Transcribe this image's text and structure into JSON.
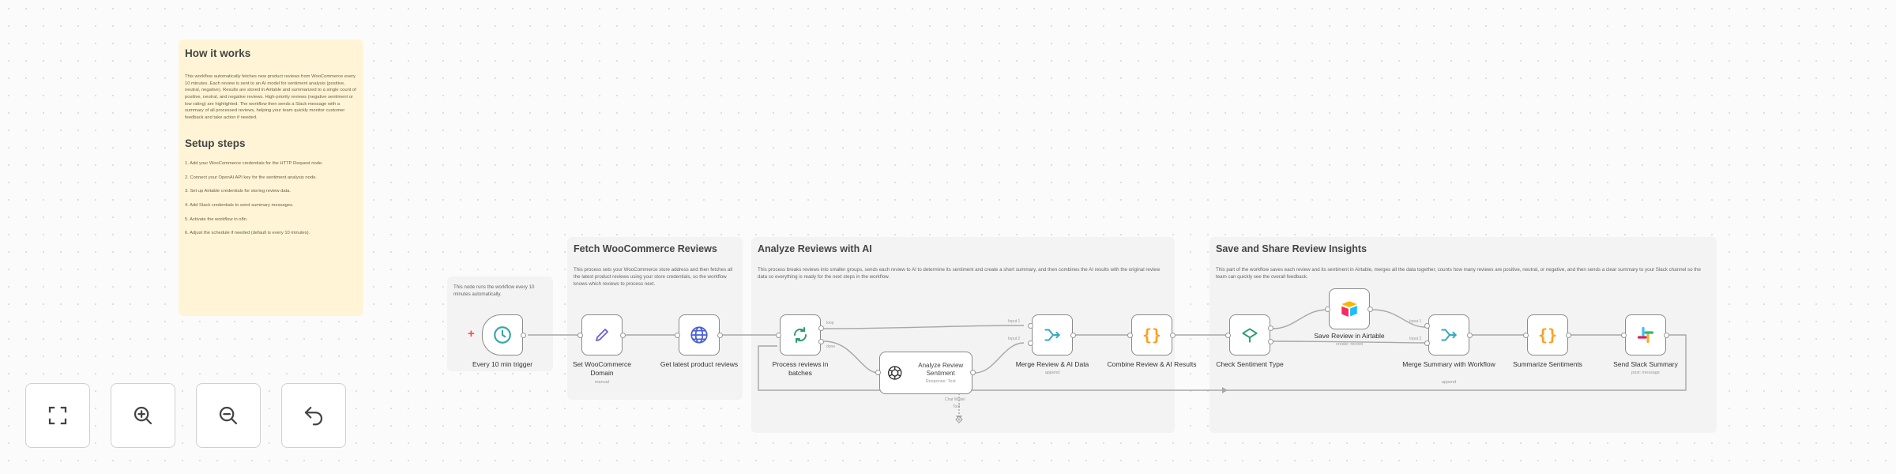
{
  "notes": {
    "how_it_works": {
      "title": "How it works",
      "body": "This workflow automatically fetches new product reviews from WooCommerce every 10 minutes. Each review is sent to an AI model for sentiment analysis (positive, neutral, negative). Results are stored in Airtable and summarized to a single count of positive, neutral, and negative reviews. High-priority reviews (negative sentiment or low rating) are highlighted. The workflow then sends a Slack message with a summary of all processed reviews, helping your team quickly monitor customer feedback and take action if needed."
    },
    "setup": {
      "title": "Setup steps",
      "steps": [
        "1. Add your WooCommerce credentials for the HTTP Request node.",
        "2. Connect your OpenAI API key for the sentiment analysis node.",
        "3. Set up Airtable credentials for storing review data.",
        "4. Add Slack credentials to send summary messages.",
        "5. Activate the workflow in n8n.",
        "6. Adjust the schedule if needed (default is every 10 minutes)."
      ]
    },
    "trigger_note": "This node runs the workflow every 10 minutes automatically.",
    "fetch": {
      "title": "Fetch WooCommerce Reviews",
      "body": "This process sets your WooCommerce store address and then fetches all the latest product reviews using your store credentials, so the workflow knows which reviews to process next."
    },
    "analyze": {
      "title": "Analyze Reviews with AI",
      "body": "This process breaks reviews into smaller groups, sends each review to AI to determine its sentiment and create a short summary, and then combines the AI results with the original review data so everything is ready for the next steps in the workflow."
    },
    "save": {
      "title": "Save and Share Review Insights",
      "body": "This part of the workflow saves each review and its sentiment in Airtable, merges all the data together, counts how many reviews are positive, neutral, or negative, and then sends a clear summary to your Slack channel so the team can quickly see the overall feedback."
    }
  },
  "nodes": {
    "trigger": {
      "label": "Every 10 min trigger",
      "icon": "clock-icon"
    },
    "set_domain": {
      "label": "Set WooCommerce Domain",
      "sub": "manual",
      "icon": "pencil-icon"
    },
    "get_reviews": {
      "label": "Get latest product reviews",
      "icon": "globe-icon"
    },
    "batches": {
      "label": "Process reviews in batches",
      "icon": "loop-icon"
    },
    "analyze": {
      "title": "Analyze Review Sentiment",
      "sub": "Response: Text",
      "icon": "openai-icon"
    },
    "merge_ai": {
      "label": "Merge Review & AI Data",
      "sub": "append",
      "icon": "merge-icon"
    },
    "combine": {
      "label": "Combine Review & AI Results",
      "icon": "code-icon"
    },
    "check": {
      "label": "Check Sentiment Type",
      "icon": "switch-icon"
    },
    "airtable": {
      "label": "Save Review in Airtable",
      "sub": "create: record",
      "icon": "airtable-icon"
    },
    "merge_summary": {
      "label": "Merge Summary with Workflow",
      "sub": "append",
      "icon": "merge-icon"
    },
    "summarize": {
      "label": "Summarize Sentiments",
      "icon": "code-icon"
    },
    "slack": {
      "label": "Send Slack Summary",
      "sub": "post: message",
      "icon": "slack-icon"
    }
  },
  "edge_labels": {
    "loop": "loop",
    "done": "done",
    "input1": "Input 1",
    "input2": "Input 2",
    "chat_model": "Chat Model",
    "tool": "Tool"
  },
  "controls": [
    {
      "name": "fit-view",
      "icon": "fullscreen-icon"
    },
    {
      "name": "zoom-in",
      "icon": "zoom-in-icon"
    },
    {
      "name": "zoom-out",
      "icon": "zoom-out-icon"
    },
    {
      "name": "reset",
      "icon": "undo-icon"
    }
  ],
  "colors": {
    "sticky_yellow": "#fff5d6",
    "sticky_gray": "#f3f3f3",
    "trigger_red": "#ff4b4b",
    "clock_teal": "#37a6a6",
    "pencil_purple": "#6b5fd3",
    "globe_blue": "#4a5fd6",
    "loop_green": "#2e9e6b",
    "merge_teal": "#3aa7c0",
    "code_orange": "#ff9f1a",
    "switch_green": "#2e9e6b"
  }
}
